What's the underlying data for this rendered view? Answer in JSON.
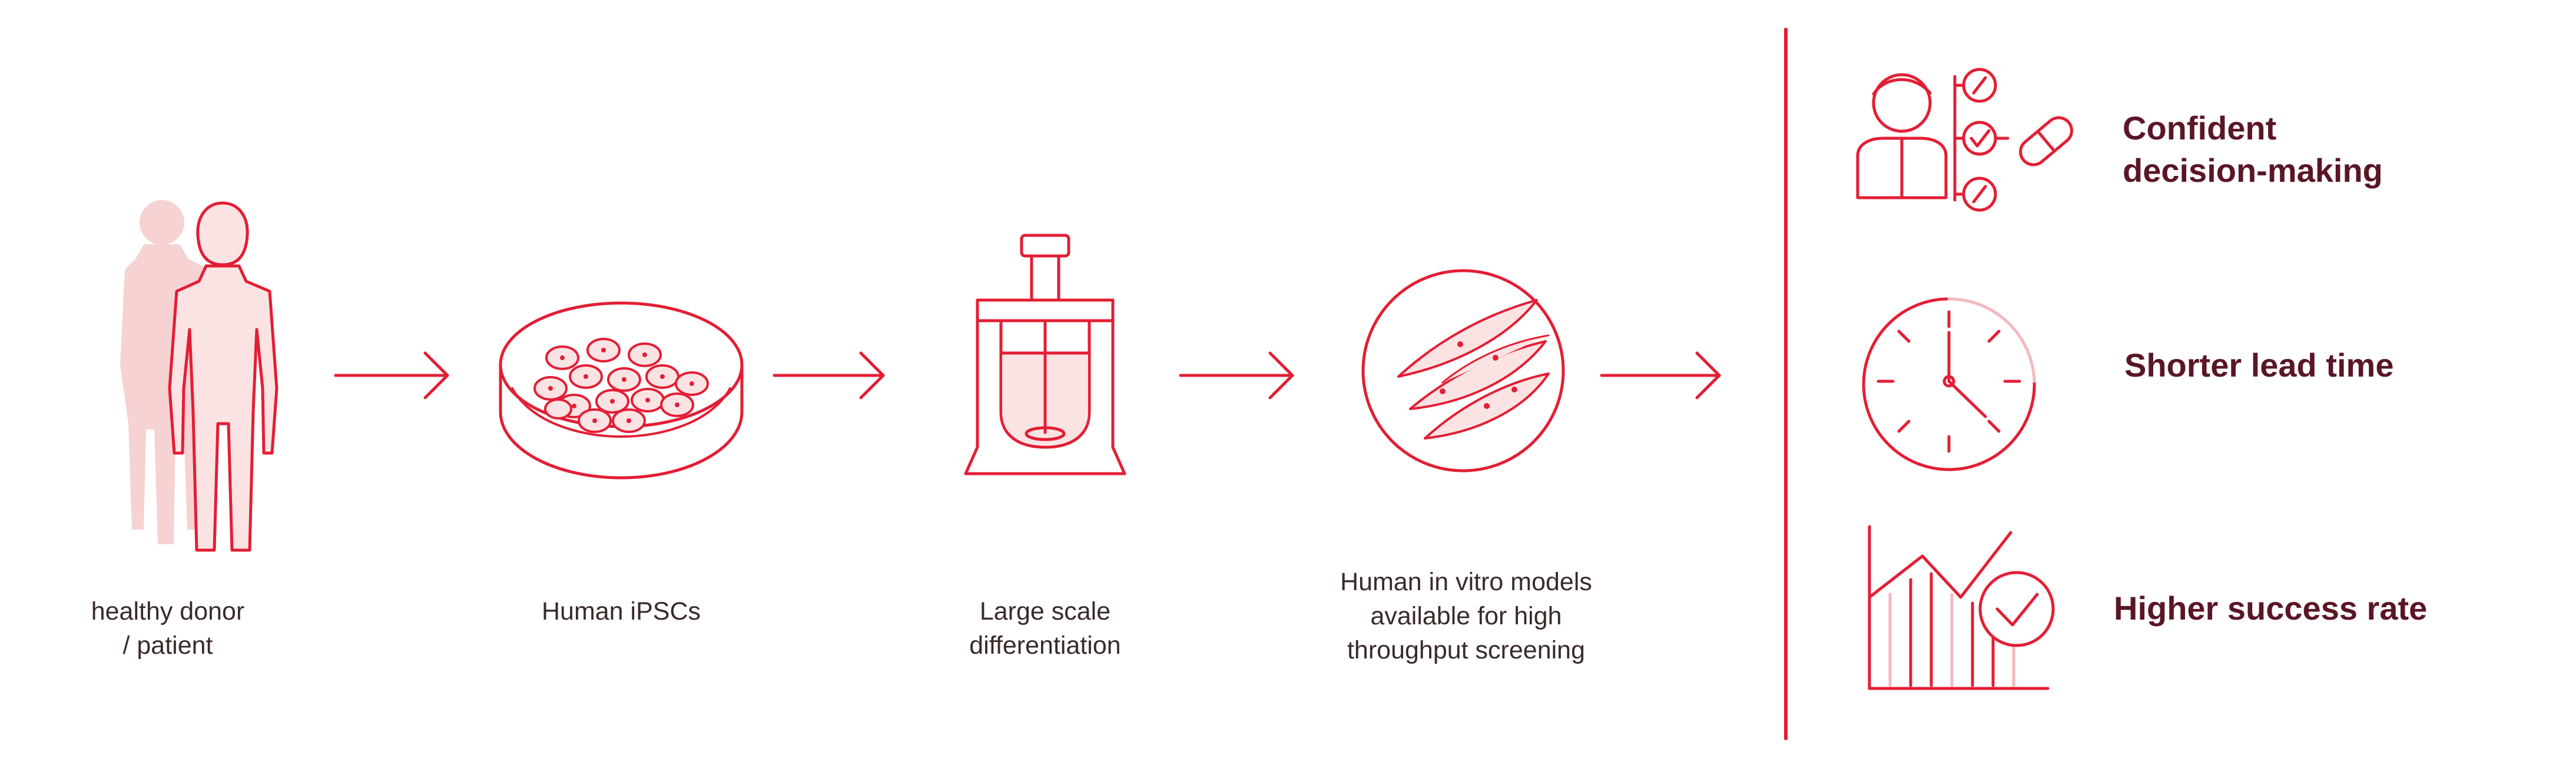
{
  "colors": {
    "accent": "#e31e34",
    "accent_light": "#f6d2d2",
    "accent_fill": "#fbe3e3",
    "label_text": "#3a2a2a",
    "outcome_text": "#5a1626"
  },
  "steps": [
    {
      "label": "healthy donor\n/ patient",
      "icon": "human-figures-icon"
    },
    {
      "label": "Human iPSCs",
      "icon": "petri-dish-icon"
    },
    {
      "label": "Large scale\ndifferentiation",
      "icon": "bioreactor-icon"
    },
    {
      "label": "Human in vitro models\navailable for high\nthroughput screening",
      "icon": "cell-culture-icon"
    }
  ],
  "outcomes": [
    {
      "label": "Confident\ndecision-making",
      "icon": "decision-making-icon"
    },
    {
      "label": "Shorter lead time",
      "icon": "clock-icon"
    },
    {
      "label": "Higher success rate",
      "icon": "success-chart-icon"
    }
  ]
}
